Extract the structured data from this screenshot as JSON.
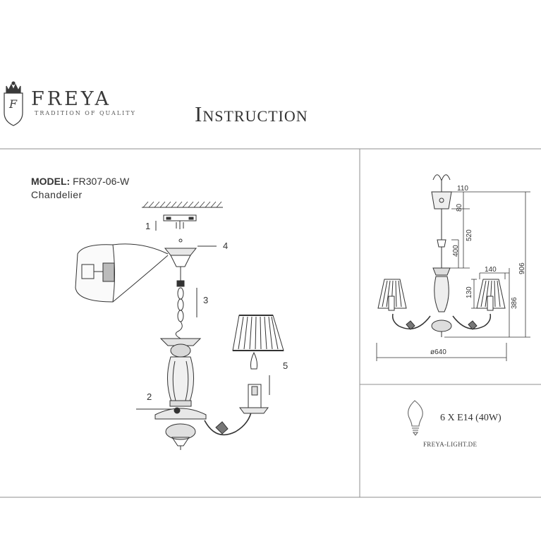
{
  "brand": {
    "name": "FREYA",
    "tagline": "TRADITION OF QUALITY",
    "monogram": "F"
  },
  "document": {
    "title": "Instruction"
  },
  "product": {
    "model_label": "MODEL:",
    "model_number": "FR307-06-W",
    "type": "Chandelier"
  },
  "assembly_steps": [
    "1",
    "2",
    "3",
    "4",
    "5"
  ],
  "dimensions": {
    "canopy_width": "110",
    "canopy_height": "80",
    "chain_length": "520",
    "rod_length": "400",
    "total_height": "906",
    "shade_width": "140",
    "shade_height": "130",
    "body_height": "386",
    "diameter": "ø640"
  },
  "specs": {
    "lamps": "6 X E14 (40W)",
    "website": "FREYA-LIGHT.DE"
  },
  "colors": {
    "line": "#3a3a3a",
    "frame": "#9a9a9a"
  }
}
